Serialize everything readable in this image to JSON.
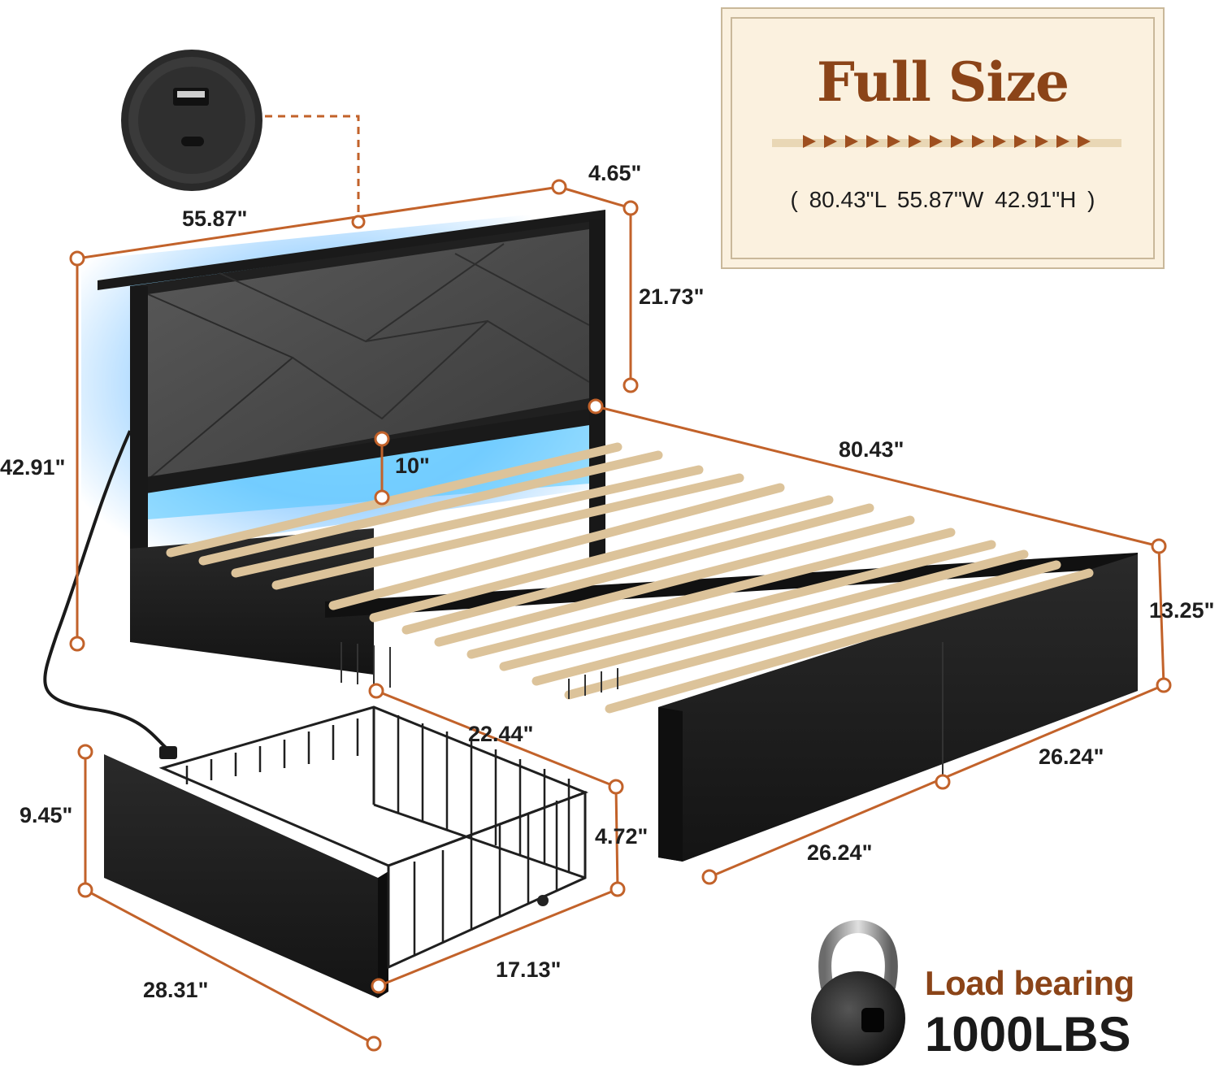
{
  "size_panel": {
    "title": "Full Size",
    "dimensions": "( 80.43\"L  55.87\"W  42.91\"H )"
  },
  "dimensions": {
    "headboard_width": "55.87\"",
    "headboard_depth": "4.65\"",
    "headboard_panel_height": "21.73\"",
    "total_height": "42.91\"",
    "headboard_gap": "10\"",
    "bed_length": "80.43\"",
    "frame_height": "13.25\"",
    "side_drawer_opening": "26.24\"",
    "side_drawer_front": "26.24\"",
    "drawer_depth": "22.44\"",
    "drawer_front_height": "9.45\"",
    "drawer_basket_height": "4.72\"",
    "drawer_basket_length": "17.13\"",
    "drawer_front_length": "28.31\""
  },
  "load": {
    "label": "Load bearing",
    "value": "1000LBS"
  },
  "colors": {
    "accent_brown": "#8b4418",
    "marker_orange": "#c2622a",
    "panel_cream": "#fbf1df",
    "frame_black": "#1c1c1c",
    "headboard_grey": "#4a4a4a",
    "slat_wood": "#e8d2b0",
    "led_blue": "#3aa0ff"
  },
  "icons": {
    "usb_port": "usb-port-icon",
    "kettlebell": "kettlebell-icon"
  }
}
